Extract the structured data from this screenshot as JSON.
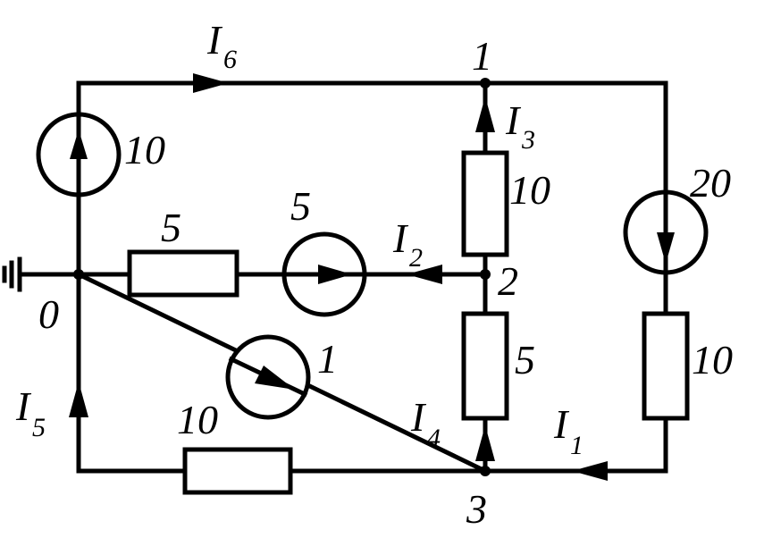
{
  "nodes": {
    "n0": "0",
    "n1": "1",
    "n2": "2",
    "n3": "3"
  },
  "currents": {
    "i1": {
      "main": "I",
      "sub": "1"
    },
    "i2": {
      "main": "I",
      "sub": "2"
    },
    "i3": {
      "main": "I",
      "sub": "3"
    },
    "i4": {
      "main": "I",
      "sub": "4"
    },
    "i5": {
      "main": "I",
      "sub": "5"
    },
    "i6": {
      "main": "I",
      "sub": "6"
    }
  },
  "elements": {
    "source_left": "10",
    "resistor_02": "5",
    "source_02": "5",
    "resistor_12": "10",
    "resistor_23": "5",
    "source_right": "20",
    "resistor_right": "10",
    "resistor_bottom": "10",
    "source_diag": "1"
  }
}
